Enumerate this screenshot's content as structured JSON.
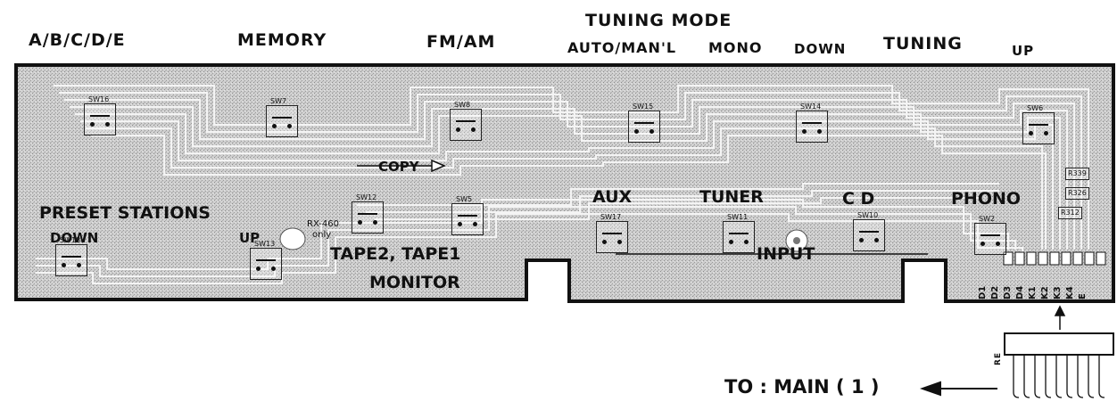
{
  "top_labels": {
    "abcde": "A/B/C/D/E",
    "memory": "MEMORY",
    "fmam": "FM/AM",
    "tuning_mode": "TUNING MODE",
    "auto_manl": "AUTO/MAN'L",
    "mono": "MONO",
    "down": "DOWN",
    "tuning": "TUNING",
    "up": "UP"
  },
  "board_labels": {
    "preset_stations": "PRESET STATIONS",
    "down": "DOWN",
    "up": "UP",
    "copy": "COPY",
    "aux": "AUX",
    "tuner": "TUNER",
    "cd": "C D",
    "phono": "PHONO",
    "tape": "TAPE2, TAPE1",
    "input": "INPUT",
    "monitor": "MONITOR",
    "rx_note": "RX-460",
    "rx_only": "only"
  },
  "switches": [
    "SW16",
    "SW7",
    "SW8",
    "SW15",
    "SW14",
    "SW6",
    "SW12",
    "SW5",
    "SW17",
    "SW11",
    "SW10",
    "SW2",
    "SW18",
    "SW13"
  ],
  "resistors": [
    "R339",
    "R326",
    "R312"
  ],
  "connector_pins": [
    "D1",
    "D2",
    "D3",
    "D4",
    "K1",
    "K2",
    "K3",
    "K4",
    "E"
  ],
  "cable_label": "RE",
  "destination": "TO : MAIN ( 1 )"
}
